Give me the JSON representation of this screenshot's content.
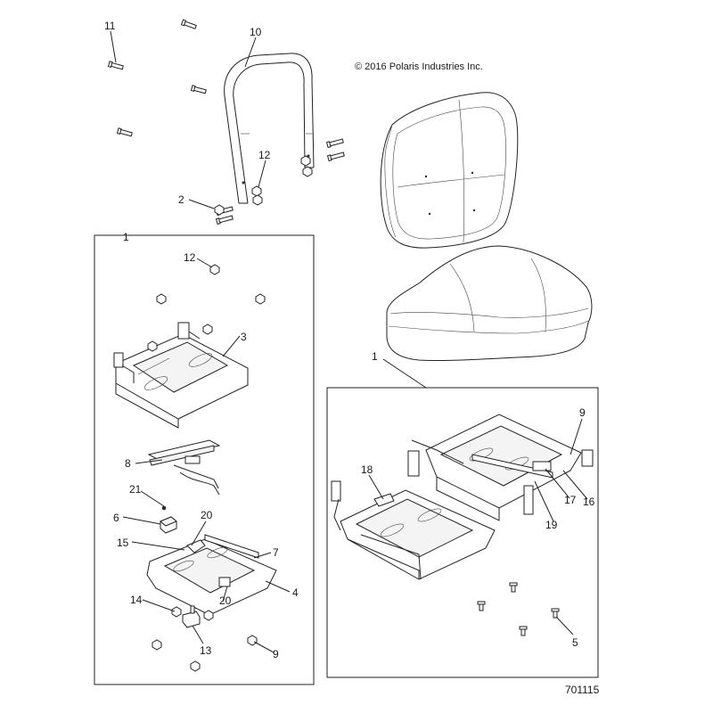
{
  "copyright": "© 2016 Polaris Industries Inc.",
  "drawing_number": "701115",
  "callouts": [
    {
      "id": "c-11",
      "text": "11"
    },
    {
      "id": "c-10",
      "text": "10"
    },
    {
      "id": "c-12a",
      "text": "12"
    },
    {
      "id": "c-2",
      "text": "2"
    },
    {
      "id": "c-1a",
      "text": "1"
    },
    {
      "id": "c-12b",
      "text": "12"
    },
    {
      "id": "c-3",
      "text": "3"
    },
    {
      "id": "c-8",
      "text": "8"
    },
    {
      "id": "c-21",
      "text": "21"
    },
    {
      "id": "c-6",
      "text": "6"
    },
    {
      "id": "c-20a",
      "text": "20"
    },
    {
      "id": "c-15",
      "text": "15"
    },
    {
      "id": "c-7",
      "text": "7"
    },
    {
      "id": "c-4",
      "text": "4"
    },
    {
      "id": "c-14",
      "text": "14"
    },
    {
      "id": "c-20b",
      "text": "20"
    },
    {
      "id": "c-13",
      "text": "13"
    },
    {
      "id": "c-9a",
      "text": "9"
    },
    {
      "id": "c-1b",
      "text": "1"
    },
    {
      "id": "c-9b",
      "text": "9"
    },
    {
      "id": "c-18",
      "text": "18"
    },
    {
      "id": "c-17",
      "text": "17"
    },
    {
      "id": "c-16",
      "text": "16"
    },
    {
      "id": "c-19",
      "text": "19"
    },
    {
      "id": "c-5",
      "text": "5"
    }
  ]
}
